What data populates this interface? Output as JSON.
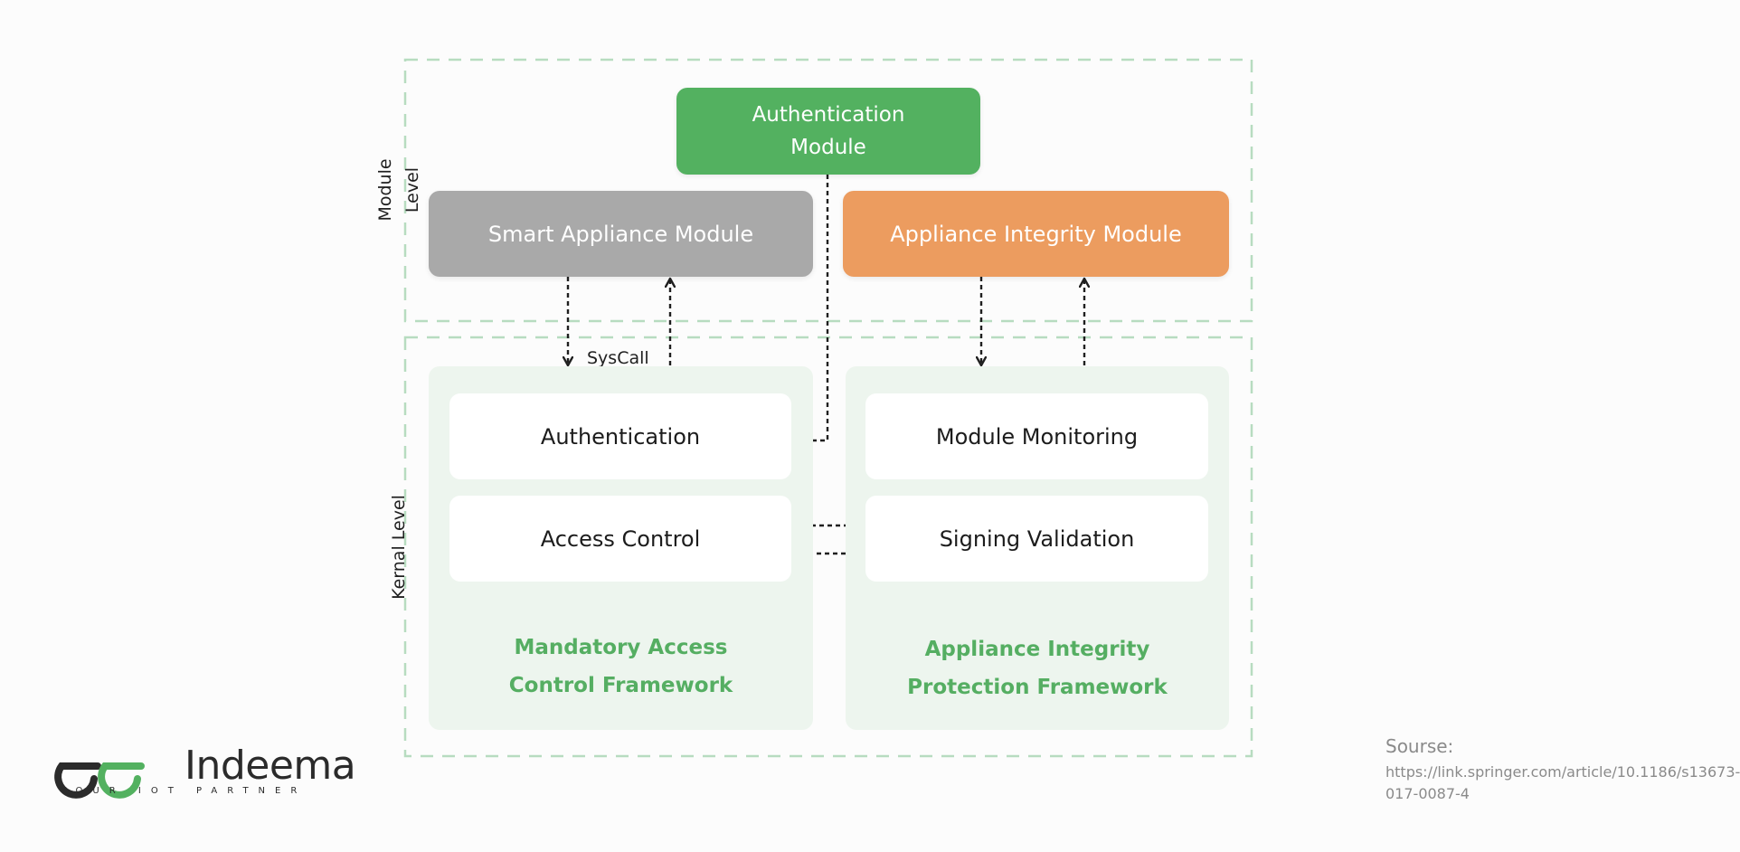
{
  "labels": {
    "module_level": "Module Level",
    "kernel_level": "Kernal Level",
    "syscall": "SysCall"
  },
  "modules": {
    "authentication": "Authentication Module",
    "smart_appliance": "Smart Appliance Module",
    "appliance_integrity": "Appliance Integrity Module"
  },
  "frameworks": {
    "mandatory_access": {
      "title": "Mandatory Access Control Framework",
      "components": [
        "Authentication",
        "Access Control"
      ]
    },
    "appliance_integrity_protection": {
      "title": "Appliance Integrity Protection Framework",
      "components": [
        "Module Monitoring",
        "Signing Validation"
      ]
    }
  },
  "brand": {
    "name": "Indeema",
    "tagline": "YOUR IOT PARTNER"
  },
  "source": {
    "label": "Sourse:",
    "url": "https://link.springer.com/article/10.1186/s13673-017-0087-4"
  },
  "colors": {
    "auth_green": "#53b160",
    "smart_gray": "#a9a9a9",
    "integrity_orange": "#ec9c5f",
    "framework_bg": "#edf5ee",
    "framework_title": "#55ae62",
    "dashed_border": "#b7dcc0",
    "arrow": "#1f1f1f"
  }
}
